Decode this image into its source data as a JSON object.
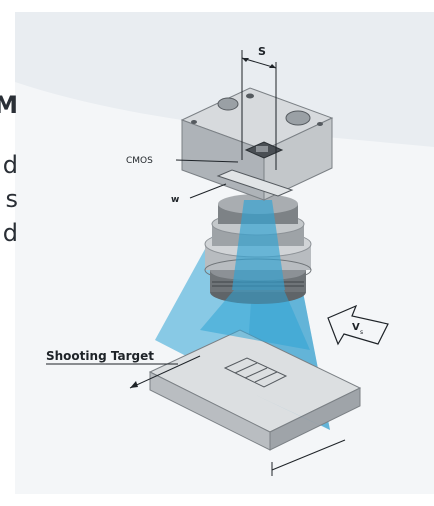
{
  "side_text": {
    "line1": "M",
    "line2": "d",
    "line3": "s",
    "line4": "d"
  },
  "labels": {
    "s": "S",
    "cmos": "CMOS",
    "w": "w",
    "v": "V",
    "v_sub": "s",
    "shooting_target": "Shooting Target"
  },
  "colors": {
    "beam": "#2fa4d6",
    "camera_top": "#d7dadd",
    "camera_side": "#aeb3b8",
    "lens_dark": "#6f7478",
    "target_top": "#dcdfe1",
    "panel_bg": "#f4f6f8"
  }
}
